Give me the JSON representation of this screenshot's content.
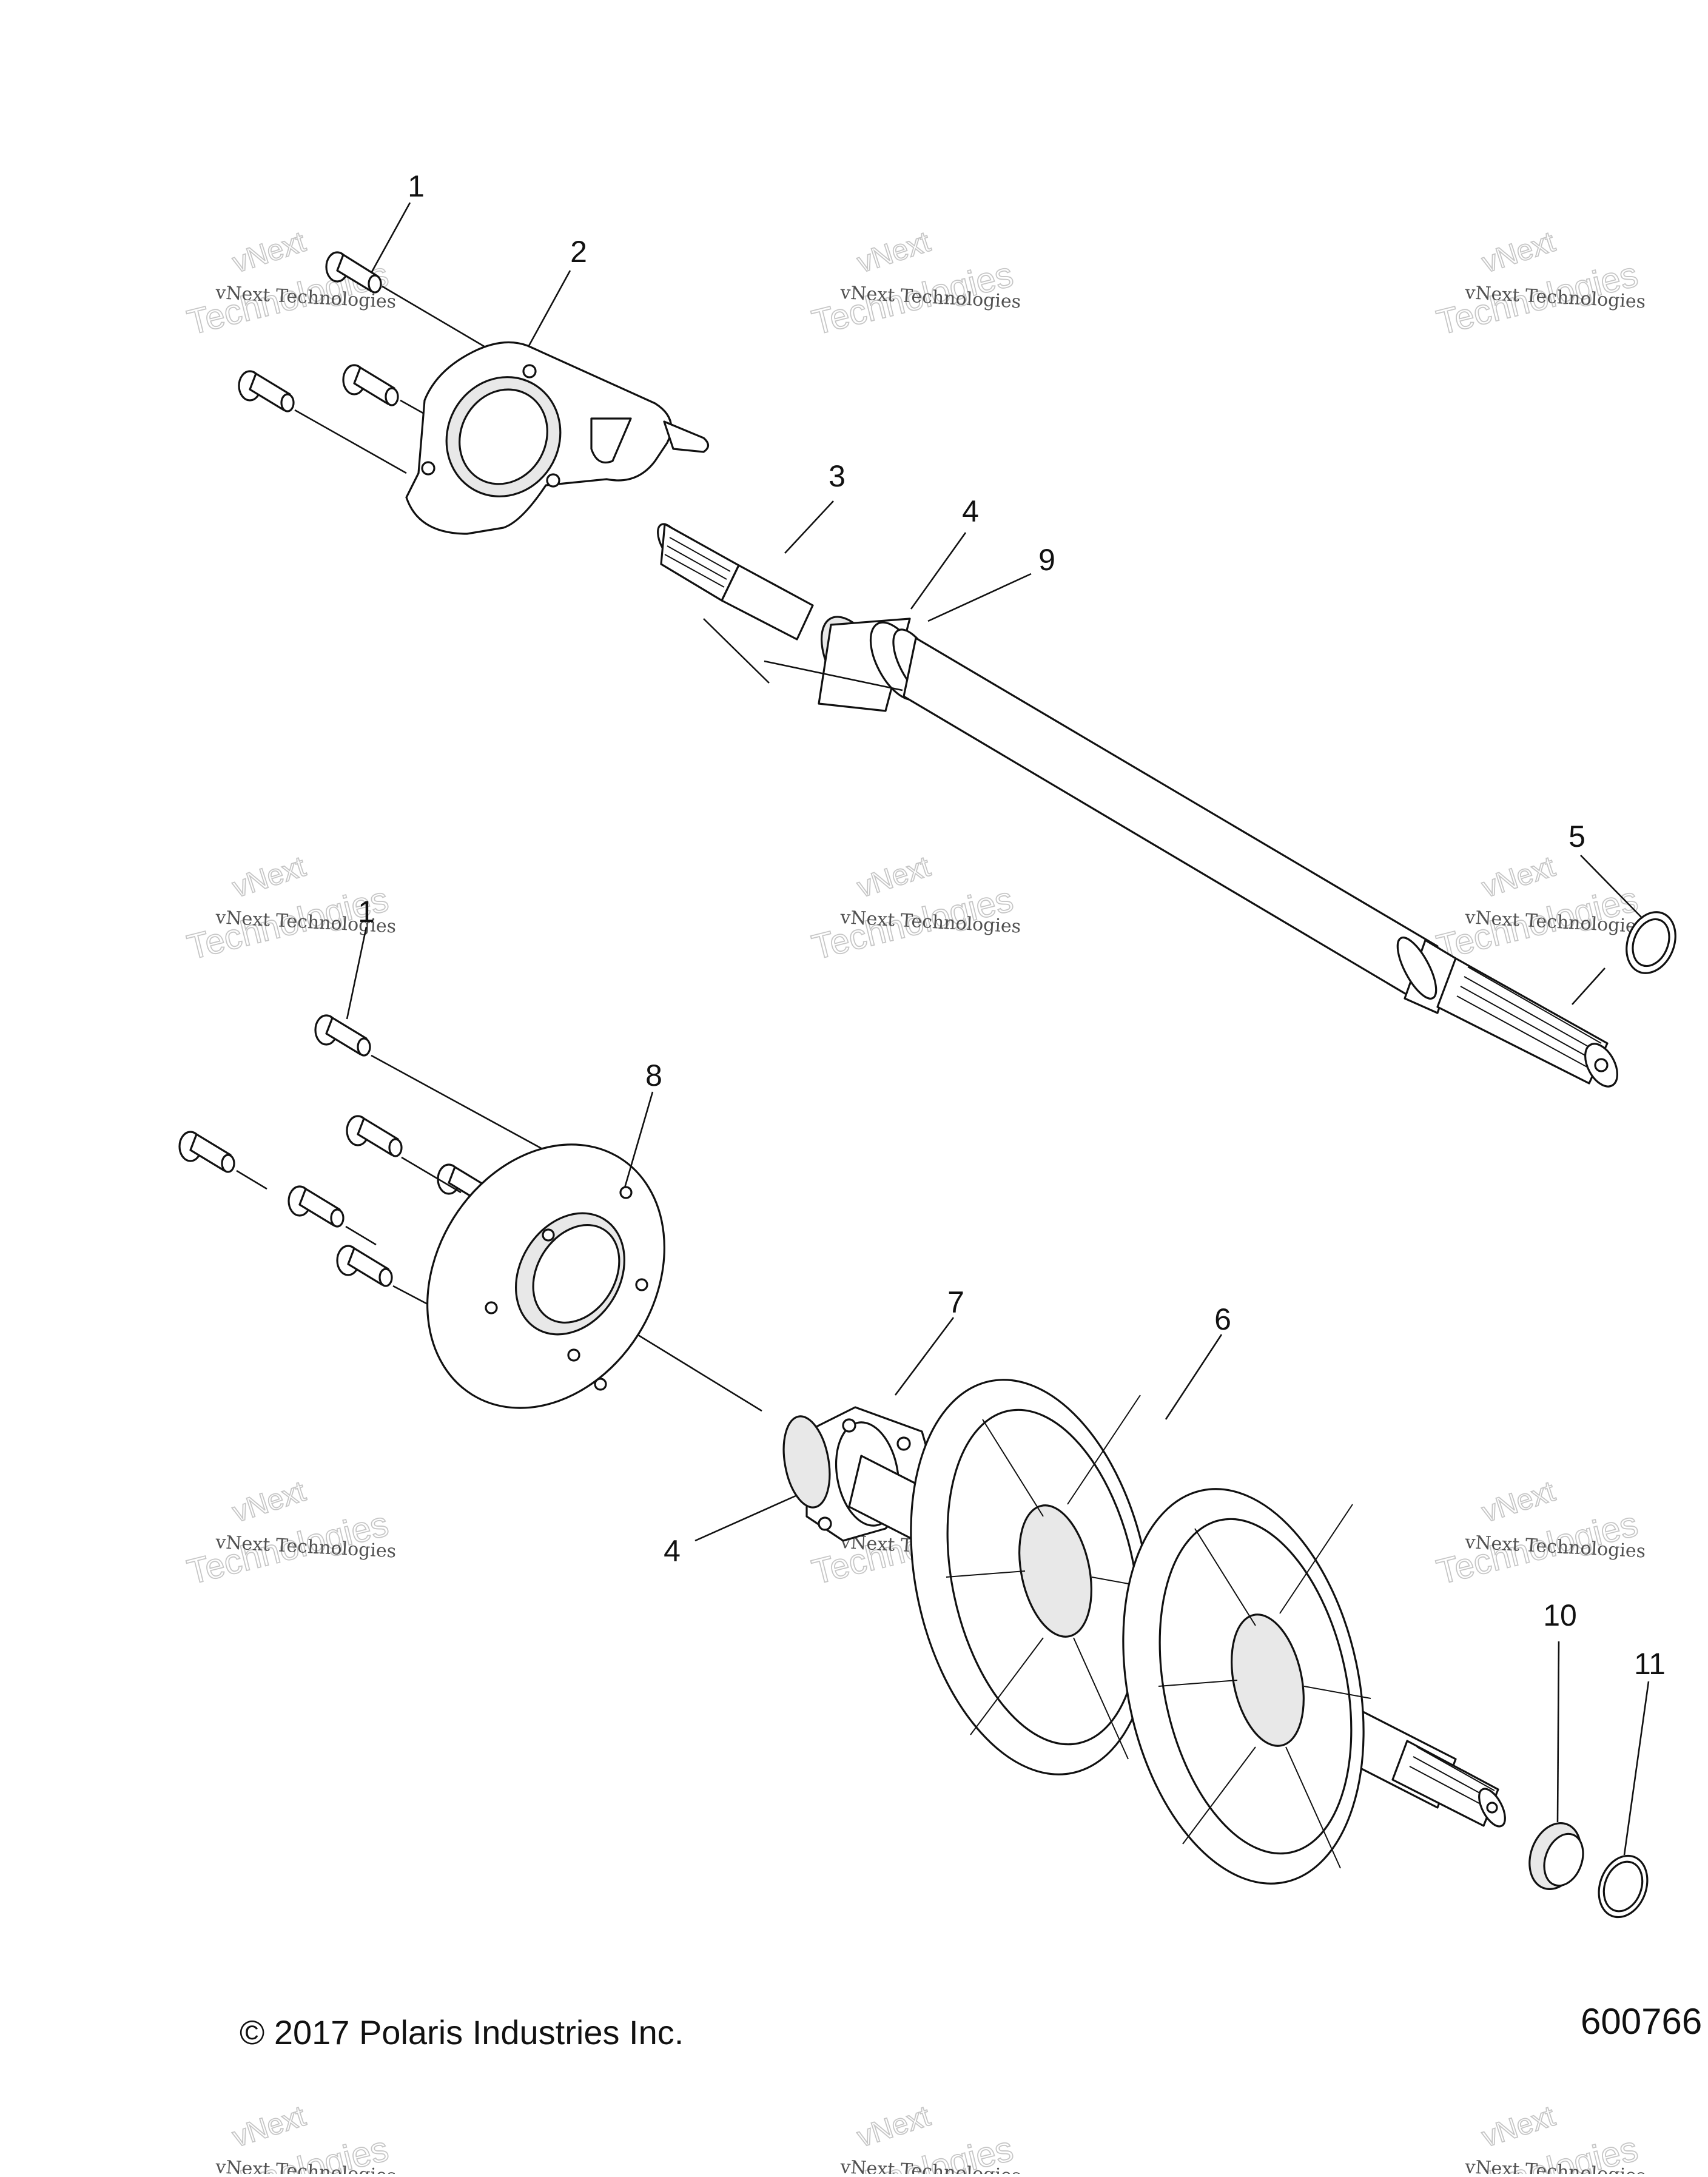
{
  "callouts": [
    "1",
    "2",
    "3",
    "4",
    "9",
    "5",
    "1",
    "8",
    "7",
    "6",
    "4",
    "10",
    "11"
  ],
  "watermark": {
    "line1": "vNext Technologies",
    "brand": "vNext",
    "big": "Technologies"
  },
  "footer": {
    "copyright": "© 2017 Polaris Industries Inc.",
    "diagram_ref": "600766"
  }
}
